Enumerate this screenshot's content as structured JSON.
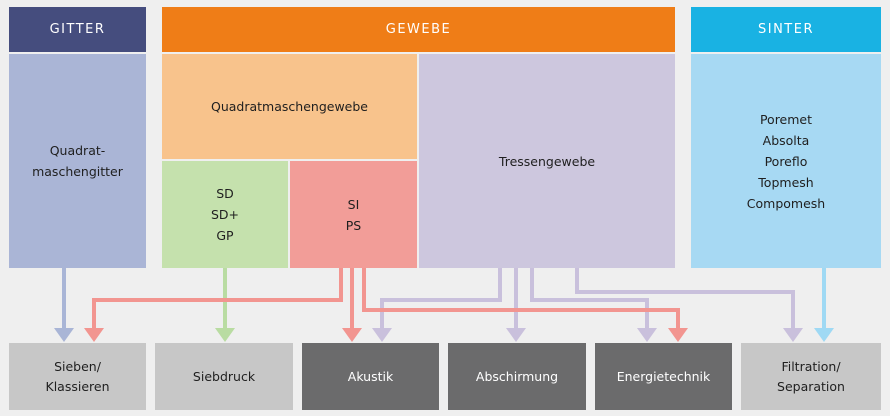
{
  "colors": {
    "gitter_header": "#454d7e",
    "gewebe_header": "#ef7d17",
    "sinter_header": "#19b2e3",
    "gitter_body": "#aab5d6",
    "quadratmaschengewebe": "#f8c38c",
    "sd_group": "#c5e1ad",
    "si_group": "#f29d98",
    "tressengewebe": "#cdc7de",
    "sinter_body": "#a7d9f3",
    "arrow_blue_gray": "#a9b5d6",
    "arrow_red": "#f29590",
    "arrow_green": "#b9dca2",
    "arrow_lavender": "#c9c0dc",
    "arrow_light_blue": "#9fd9f4",
    "output_light": "#c7c7c7",
    "output_dark": "#6b6b6c"
  },
  "headers": {
    "gitter": "GITTER",
    "gewebe": "GEWEBE",
    "sinter": "SINTER"
  },
  "materials": {
    "quadratmaschengitter": "Quadrat-\nmaschengitter",
    "quadratmaschengewebe": "Quadratmaschengewebe",
    "sd_group": "SD\nSD+\nGP",
    "si_group": "SI\nPS",
    "tressengewebe": "Tressengewebe",
    "sinter_products": "Poremet\nAbsolta\nPoreflo\nTopmesh\nCompomesh"
  },
  "applications": {
    "sieben": "Sieben/\nKlassieren",
    "siebdruck": "Siebdruck",
    "akustik": "Akustik",
    "abschirmung": "Abschirmung",
    "energietechnik": "Energietechnik",
    "filtration": "Filtration/\nSeparation"
  }
}
